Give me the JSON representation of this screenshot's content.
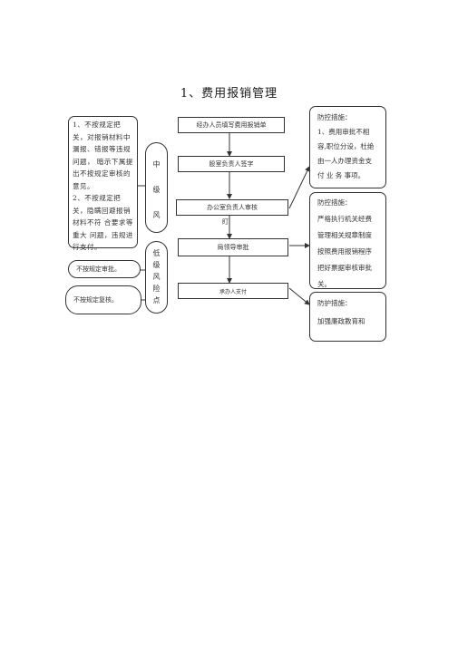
{
  "title": "1、费用报销管理",
  "flow_steps": [
    "经办人员填写费用报销单",
    "股室负责人签字",
    "办公室负责人审核",
    "局领导审批",
    "承办人支付"
  ],
  "flow_step3_tail": "盯",
  "medium_risk": {
    "label_chars": [
      "中",
      "级",
      "风"
    ],
    "text": "1、不按规定把关，对报销材料中漏报、错报等违规问题， 暗示下属提出不按规定审核的意见。\n2、不按规定把关，隐瞒回避报销材料不符 合要求等重大 问题，违规进行支付。"
  },
  "low_risk": {
    "label_chars": [
      "低",
      "级",
      "风",
      "险",
      "点"
    ],
    "items": [
      "不按规定审批。",
      "不按规定复核。"
    ]
  },
  "controls": [
    {
      "heading": "防控措施：",
      "text": "1、费用审批不相容,职位分设，杜绝由一人办理资金支 付 业 务 事项。"
    },
    {
      "heading": "防控措施：",
      "text": "严格执行机关经费管理相关规章制度按照费用报销程序把好票据审核审批关。"
    },
    {
      "heading": "防护措施：",
      "text": "加强廉政教育和"
    }
  ]
}
